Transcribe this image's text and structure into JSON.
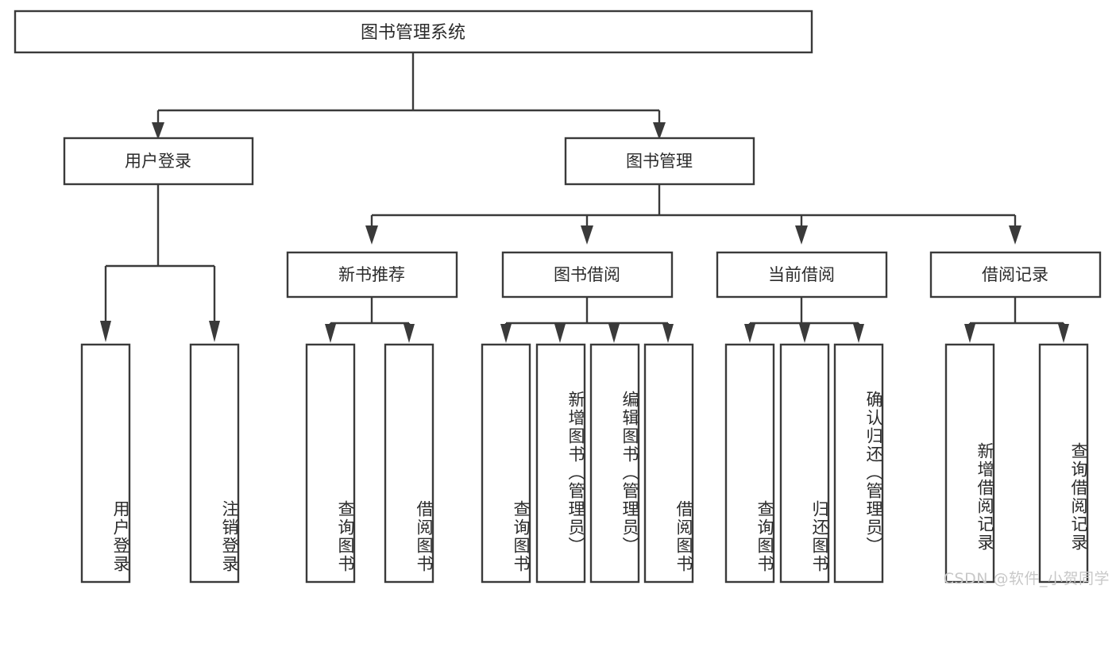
{
  "diagram": {
    "type": "tree-hierarchy",
    "title": "图书管理系统",
    "orientation": "top-down",
    "colors": {
      "background": "#ffffff",
      "box_stroke": "#3a3a3a",
      "box_fill": "#ffffff",
      "text": "#2b2b2b",
      "connector": "#3a3a3a",
      "watermark": "#c8c8c8"
    },
    "levels": {
      "root": "图书管理系统",
      "level2": [
        "用户登录",
        "图书管理"
      ],
      "level3": [
        "新书推荐",
        "图书借阅",
        "当前借阅",
        "借阅记录"
      ],
      "leaf_count": 13
    }
  },
  "root": {
    "label": "图书管理系统"
  },
  "branches": [
    {
      "id": "user-login",
      "label": "用户登录",
      "children": [
        {
          "id": "leaf-user-login",
          "label": "用户登录"
        },
        {
          "id": "leaf-user-logout",
          "label": "注销登录"
        }
      ]
    },
    {
      "id": "book-management",
      "label": "图书管理",
      "groups": [
        {
          "id": "new-book-recommend",
          "label": "新书推荐",
          "children": [
            {
              "id": "leaf-query-book-1",
              "label": "查询图书"
            },
            {
              "id": "leaf-borrow-book-1",
              "label": "借阅图书"
            }
          ]
        },
        {
          "id": "book-borrow",
          "label": "图书借阅",
          "children": [
            {
              "id": "leaf-query-book-2",
              "label": "查询图书"
            },
            {
              "id": "leaf-add-book",
              "label": "新增图书（管理员）"
            },
            {
              "id": "leaf-edit-book",
              "label": "编辑图书（管理员）"
            },
            {
              "id": "leaf-borrow-book-2",
              "label": "借阅图书"
            }
          ]
        },
        {
          "id": "current-borrow",
          "label": "当前借阅",
          "children": [
            {
              "id": "leaf-query-book-3",
              "label": "查询图书"
            },
            {
              "id": "leaf-return-book",
              "label": "归还图书"
            },
            {
              "id": "leaf-confirm-return",
              "label": "确认归还（管理员）"
            }
          ]
        },
        {
          "id": "borrow-records",
          "label": "借阅记录",
          "children": [
            {
              "id": "leaf-add-record",
              "label": "新增借阅记录"
            },
            {
              "id": "leaf-query-record",
              "label": "查询借阅记录"
            }
          ]
        }
      ]
    }
  ],
  "watermark": {
    "text": "CSDN @软件_小贺同学"
  }
}
